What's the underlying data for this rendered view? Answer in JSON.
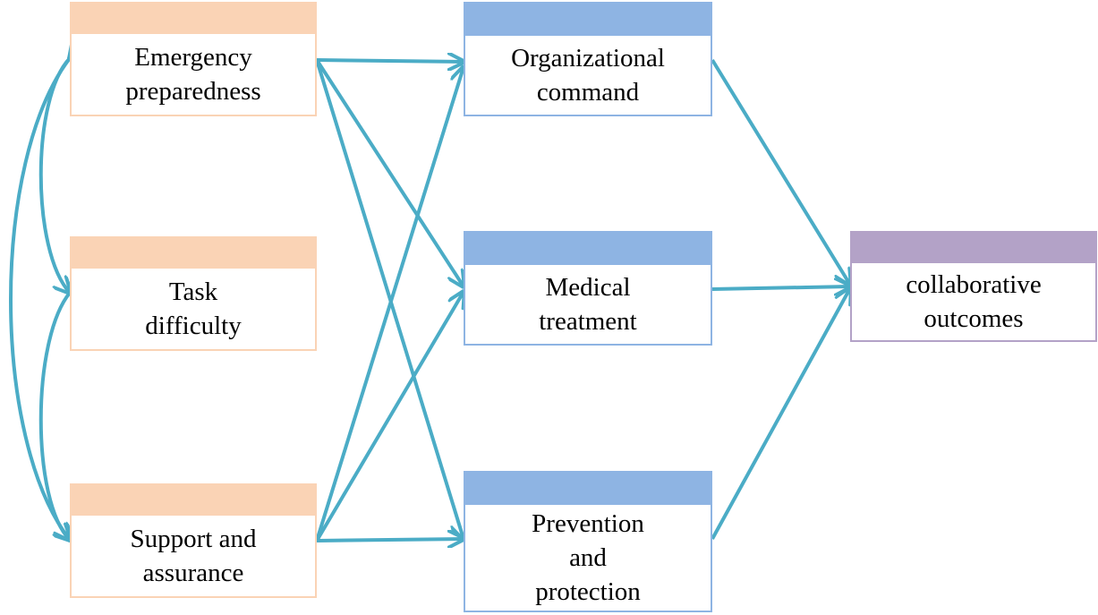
{
  "diagram": {
    "nodes": {
      "emergency": {
        "lines": [
          "Emergency",
          "preparedness"
        ]
      },
      "task": {
        "lines": [
          "Task",
          "difficulty"
        ]
      },
      "support": {
        "lines": [
          "Support and",
          "assurance"
        ]
      },
      "org": {
        "lines": [
          "Organizational",
          "command"
        ]
      },
      "med": {
        "lines": [
          "Medical",
          "treatment"
        ]
      },
      "prev": {
        "lines": [
          "Prevention",
          "and",
          "protection"
        ]
      },
      "outcome": {
        "lines": [
          "collaborative",
          "outcomes"
        ]
      }
    },
    "edges": [
      {
        "from": "emergency",
        "to": "org",
        "type": "directed"
      },
      {
        "from": "emergency",
        "to": "med",
        "type": "directed"
      },
      {
        "from": "emergency",
        "to": "prev",
        "type": "directed"
      },
      {
        "from": "support",
        "to": "org",
        "type": "directed"
      },
      {
        "from": "support",
        "to": "med",
        "type": "directed"
      },
      {
        "from": "support",
        "to": "prev",
        "type": "directed"
      },
      {
        "from": "org",
        "to": "outcome",
        "type": "directed"
      },
      {
        "from": "med",
        "to": "outcome",
        "type": "directed"
      },
      {
        "from": "prev",
        "to": "outcome",
        "type": "directed"
      },
      {
        "from": "emergency",
        "to": "task",
        "type": "correlation"
      },
      {
        "from": "task",
        "to": "support",
        "type": "correlation"
      },
      {
        "from": "emergency",
        "to": "support",
        "type": "correlation"
      }
    ],
    "colors": {
      "input_band": "#fad3b5",
      "mediator_band": "#8eb4e3",
      "outcome_band": "#b3a2c7",
      "arrow": "#4bacc6"
    }
  }
}
